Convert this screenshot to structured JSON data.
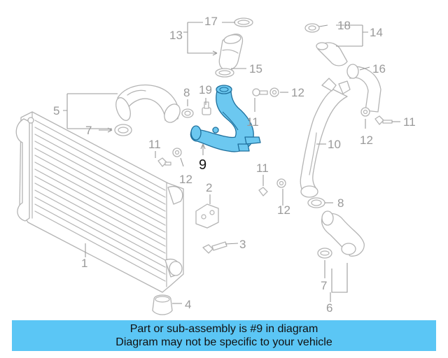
{
  "diagram": {
    "callouts": {
      "c1": "1",
      "c2": "2",
      "c3": "3",
      "c4": "4",
      "c5": "5",
      "c6": "6",
      "c7a": "7",
      "c7b": "7",
      "c8a": "8",
      "c8b": "8",
      "c9": "9",
      "c10": "10",
      "c11a": "11",
      "c11b": "11",
      "c11c": "11",
      "c11d": "11",
      "c12a": "12",
      "c12b": "12",
      "c12c": "12",
      "c12d": "12",
      "c13": "13",
      "c14": "14",
      "c15": "15",
      "c16": "16",
      "c17": "17",
      "c18": "18",
      "c19": "19"
    },
    "highlight_color": "#6cc8f0"
  },
  "banner": {
    "line1": "Part or sub-assembly is #9 in diagram",
    "line2": "Diagram may not be specific to your vehicle",
    "color": "#5bc6f5"
  }
}
